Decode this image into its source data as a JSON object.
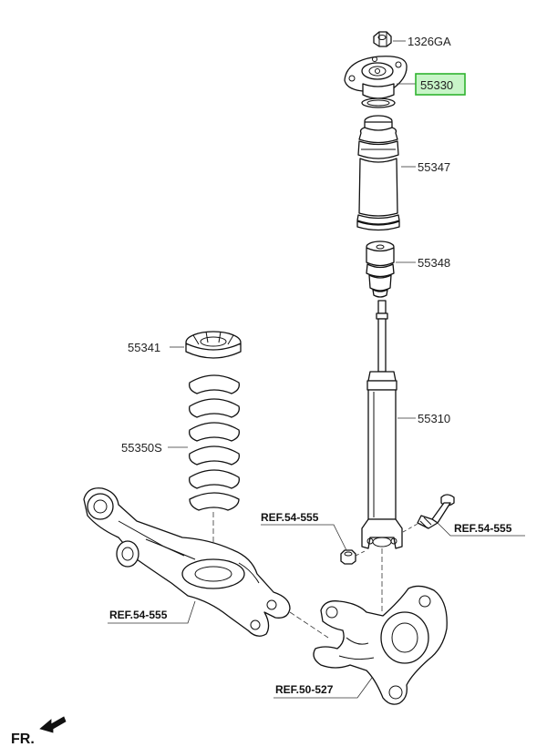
{
  "parts": {
    "nut_1326": "1326GA",
    "mount_55330": "55330",
    "dust_cover_55347": "55347",
    "bump_stopper_55348": "55348",
    "spring_pad_55341": "55341",
    "coil_spring_55350": "55350S",
    "shock_absorber_55310": "55310"
  },
  "refs": {
    "nut_ref": "REF.54-555",
    "bolt_ref": "REF.54-555",
    "arm_ref": "REF.54-555",
    "knuckle_ref": "REF.50-527"
  },
  "direction": {
    "label": "FR."
  },
  "highlight": {
    "part": "55330",
    "color": "#2fb32f"
  }
}
